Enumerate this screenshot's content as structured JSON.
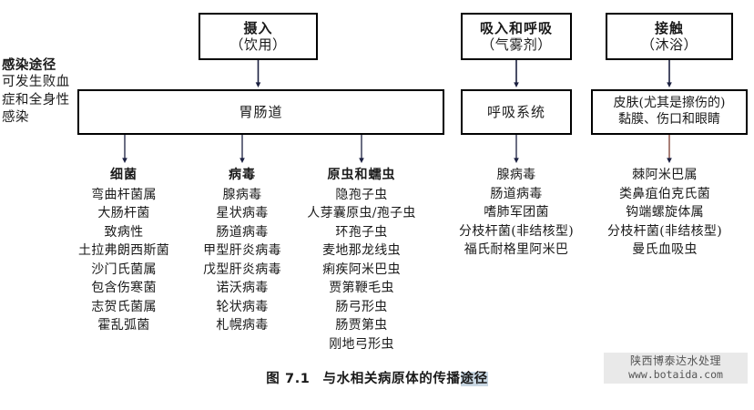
{
  "figure": {
    "caption_number": "图 7.1",
    "caption_text": "与水相关病原体的传播",
    "caption_highlight": "途径"
  },
  "left_label": {
    "heading": "感染途径",
    "body": "可发生败血症和全身性感染"
  },
  "boxes": {
    "ingestion": {
      "title": "摄入",
      "subtitle": "（饮用）"
    },
    "gastrointestinal": {
      "title": "胃肠道"
    },
    "inhalation": {
      "title": "吸入和呼吸",
      "subtitle": "（气雾剂）"
    },
    "respiratory": {
      "title": "呼吸系统"
    },
    "contact": {
      "title": "接触",
      "subtitle": "（沐浴）"
    },
    "skin": {
      "line1": "皮肤(尤其是擦伤的)",
      "line2": "黏膜、伤口和眼睛"
    }
  },
  "columns": [
    {
      "id": "bacteria",
      "header": "细菌",
      "items": [
        "弯曲杆菌属",
        "大肠杆菌",
        "致病性",
        "土拉弗朗西斯菌",
        "沙门氏菌属",
        "包含伤寒菌",
        "志贺氏菌属",
        "霍乱弧菌"
      ]
    },
    {
      "id": "virus",
      "header": "病毒",
      "items": [
        "腺病毒",
        "星状病毒",
        "肠道病毒",
        "甲型肝炎病毒",
        "戊型肝炎病毒",
        "诺沃病毒",
        "轮状病毒",
        "札幌病毒"
      ]
    },
    {
      "id": "protozoa",
      "header": "原虫和蠕虫",
      "items": [
        "隐孢子虫",
        "人芽囊原虫/孢子虫",
        "环孢子虫",
        "麦地那龙线虫",
        "痢疾阿米巴虫",
        "贾第鞭毛虫",
        "肠弓形虫",
        "肠贾第虫",
        "刚地弓形虫"
      ]
    },
    {
      "id": "respiratory_organisms",
      "header": "",
      "items": [
        "腺病毒",
        "肠道病毒",
        "嗜肺军团菌",
        "分枝杆菌(非结核型)",
        "福氏耐格里阿米巴"
      ]
    },
    {
      "id": "skin_organisms",
      "header": "",
      "items": [
        "棘阿米巴属",
        "类鼻疽伯克氏菌",
        "钩端螺旋体属",
        "分枝杆菌(非结核型)",
        "曼氏血吸虫"
      ]
    }
  ],
  "watermark": {
    "line1": "陕西博泰达水处理",
    "line2": "www.botaida.com"
  },
  "colors": {
    "box_border": "#000000",
    "arrow": "#1b2040",
    "highlight": "#c9d8e4",
    "watermark_bg": "#e9e9e9"
  }
}
